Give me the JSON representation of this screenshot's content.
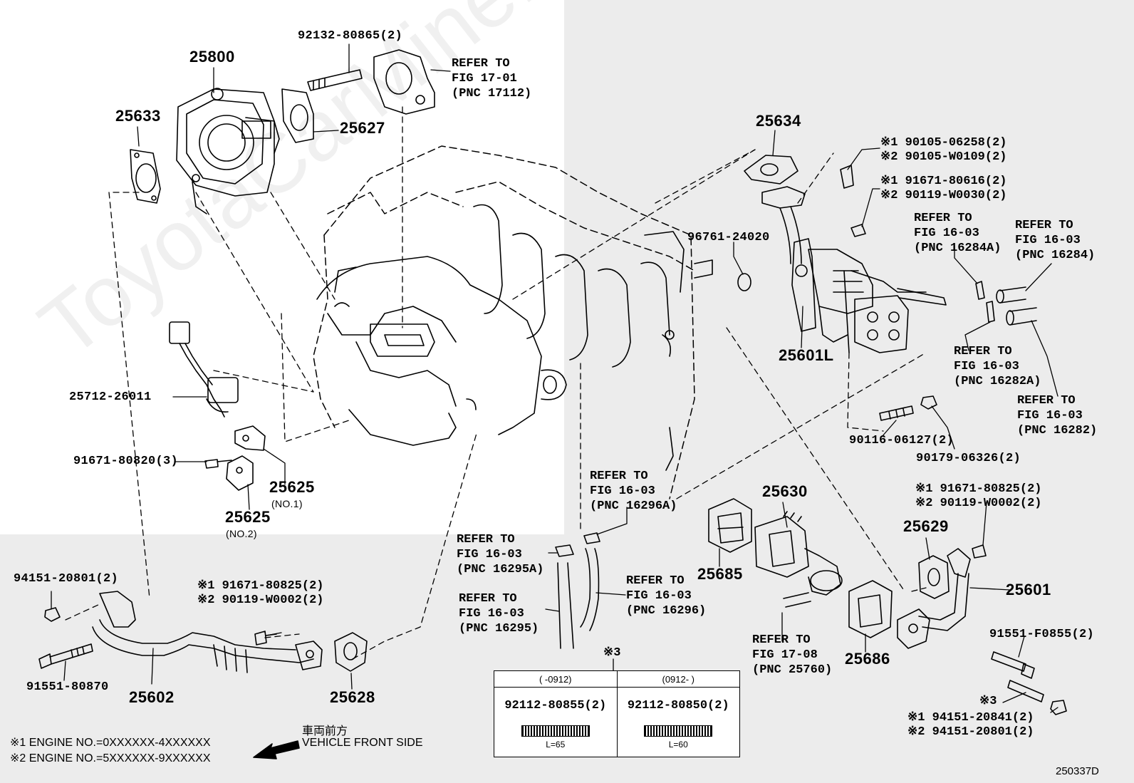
{
  "diagram_code": "250337D",
  "watermark": "ToyotaCarMine.ru",
  "parts": {
    "p25800": "25800",
    "p25633": "25633",
    "p25627": "25627",
    "p9213280865": "92132-80865(2)",
    "p2571226011": "25712-26011",
    "p9167180820": "91671-80820(3)",
    "p25625a": "25625",
    "p25625a_sub": "(NO.1)",
    "p25625b": "25625",
    "p25625b_sub": "(NO.2)",
    "p25634": "25634",
    "p9676124020": "96761-24020",
    "p25601L": "25601L",
    "p9011606127": "90116-06127(2)",
    "p9017906326": "90179-06326(2)",
    "p25630": "25630",
    "p25685": "25685",
    "p25686": "25686",
    "p25629": "25629",
    "p25601": "25601",
    "p91551F0855": "91551-F0855(2)",
    "p25602": "25602",
    "p25628": "25628",
    "p9415120801": "94151-20801(2)",
    "p9155180870": "91551-80870"
  },
  "multi_notes": {
    "m90105": [
      "※1 90105-06258(2)",
      "※2 90105-W0109(2)"
    ],
    "m91671_80616": [
      "※1 91671-80616(2)",
      "※2 90119-W0030(2)"
    ],
    "m91671_80825_right": [
      "※1 91671-80825(2)",
      "※2 90119-W0002(2)"
    ],
    "m91671_80825_left": [
      "※1 91671-80825(2)",
      "※2 90119-W0002(2)"
    ],
    "m94151": [
      "※3",
      "※1 94151-20841(2)",
      "※2 94151-20801(2)"
    ],
    "table_mark": "※3"
  },
  "refs": {
    "r17112": [
      "REFER TO",
      "FIG 17-01",
      "(PNC 17112)"
    ],
    "r16284A": [
      "REFER TO",
      "FIG 16-03",
      "(PNC 16284A)"
    ],
    "r16284": [
      "REFER TO",
      "FIG 16-03",
      "(PNC 16284)"
    ],
    "r16282A": [
      "REFER TO",
      "FIG 16-03",
      "(PNC 16282A)"
    ],
    "r16282": [
      "REFER TO",
      "FIG 16-03",
      "(PNC 16282)"
    ],
    "r16296A": [
      "REFER TO",
      "FIG 16-03",
      "(PNC 16296A)"
    ],
    "r16295A": [
      "REFER TO",
      "FIG 16-03",
      "(PNC 16295A)"
    ],
    "r16295": [
      "REFER TO",
      "FIG 16-03",
      "(PNC 16295)"
    ],
    "r16296": [
      "REFER TO",
      "FIG 16-03",
      "(PNC 16296)"
    ],
    "r25760": [
      "REFER TO",
      "FIG 17-08",
      "(PNC 25760)"
    ]
  },
  "bolt_table": {
    "col1_header": "(      -0912)",
    "col2_header": "(0912-      )",
    "col1_part": "92112-80855(2)",
    "col2_part": "92112-80850(2)",
    "col1_len": "L=65",
    "col2_len": "L=60"
  },
  "footnotes": {
    "fn1": "※1   ENGINE NO.=0XXXXXX-4XXXXXX",
    "fn2": "※2   ENGINE NO.=5XXXXXX-9XXXXXX",
    "front_jp": "車両前方",
    "front_en": "VEHICLE FRONT SIDE"
  }
}
